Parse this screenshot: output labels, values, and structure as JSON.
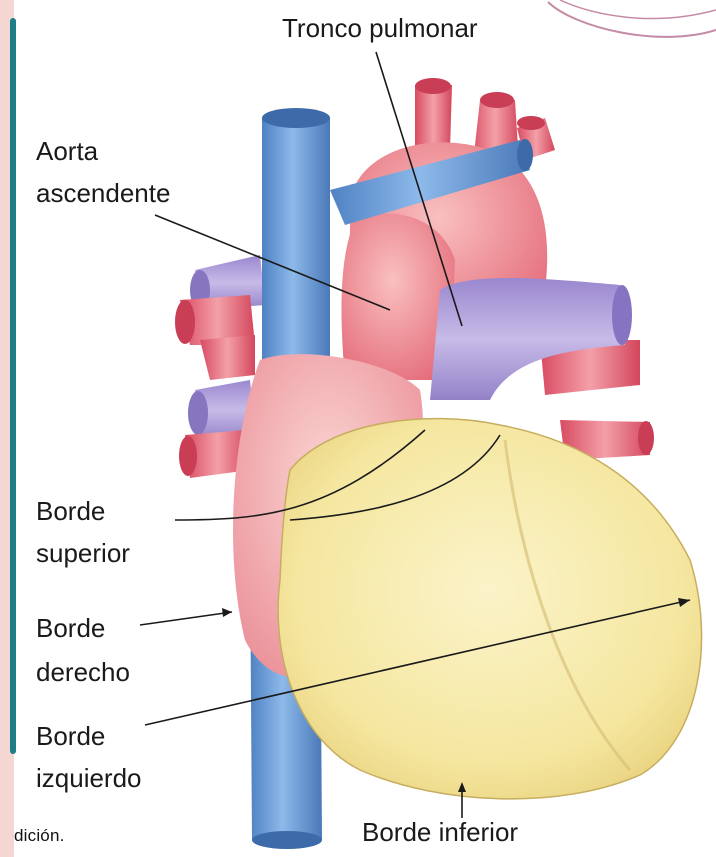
{
  "labels": {
    "tronco_pulmonar": "Tronco pulmonar",
    "aorta_line1": "Aorta",
    "aorta_line2": "ascendente",
    "borde_superior_line1": "Borde",
    "borde_superior_line2": "superior",
    "borde_derecho_line1": "Borde",
    "borde_derecho_line2": "derecho",
    "borde_izquierdo_line1": "Borde",
    "borde_izquierdo_line2": "izquierdo",
    "borde_inferior": "Borde inferior"
  },
  "caption": "dición.",
  "colors": {
    "background": "#f4d7d3",
    "illustration_bg": "#ffffff",
    "vena_cava": "#6f9fd8",
    "arteries": "#e8677a",
    "pulmonary": "#b7a8dc",
    "ventricle": "#f6e9a7",
    "atrium": "#f1aeb2"
  }
}
